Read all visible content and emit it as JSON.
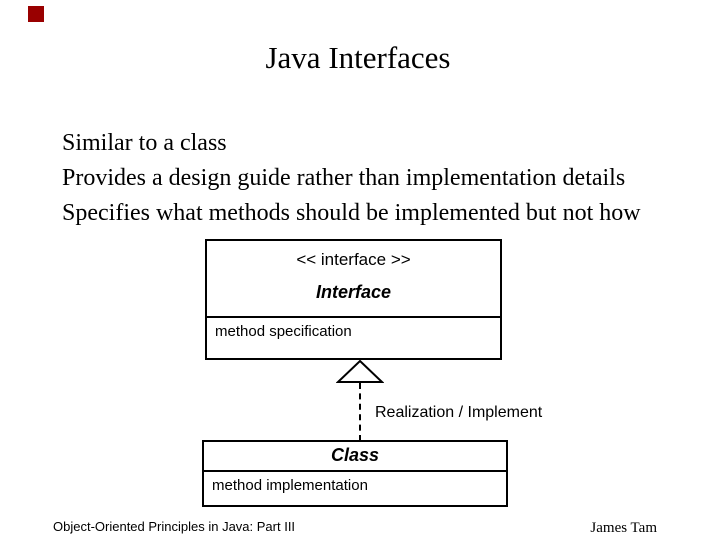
{
  "slide": {
    "title": "Java Interfaces",
    "accent_color": "#990000",
    "body_lines": [
      "Similar to a class",
      "Provides a design guide rather than implementation details",
      "Specifies what methods should be implemented but not how"
    ],
    "diagram": {
      "interface_box": {
        "stereotype": "<< interface >>",
        "name": "Interface",
        "member": "method specification"
      },
      "relationship_label": "Realization / Implement",
      "class_box": {
        "name": "Class",
        "member": "method implementation"
      }
    },
    "footer": {
      "left": "Object-Oriented Principles in Java: Part III",
      "right": "James Tam"
    }
  }
}
